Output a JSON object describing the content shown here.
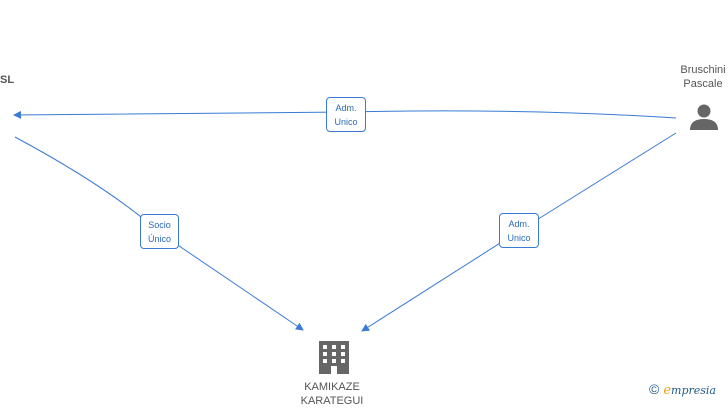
{
  "nodes": {
    "left_company": {
      "label": "SL"
    },
    "person": {
      "label_line1": "Bruschini",
      "label_line2": "Pascale"
    },
    "target_company": {
      "label_line1": "KAMIKAZE",
      "label_line2": "KARATEGUI"
    }
  },
  "edges": [
    {
      "label_line1": "Adm.",
      "label_line2": "Unico"
    },
    {
      "label_line1": "Socio",
      "label_line2": "Único"
    },
    {
      "label_line1": "Adm.",
      "label_line2": "Unico"
    }
  ],
  "colors": {
    "edge": "#3a7bd5",
    "icon": "#666666",
    "node_text": "#555555"
  },
  "watermark": {
    "copyright_symbol": "©",
    "brand_initial": "e",
    "brand_rest": "mpresia"
  }
}
